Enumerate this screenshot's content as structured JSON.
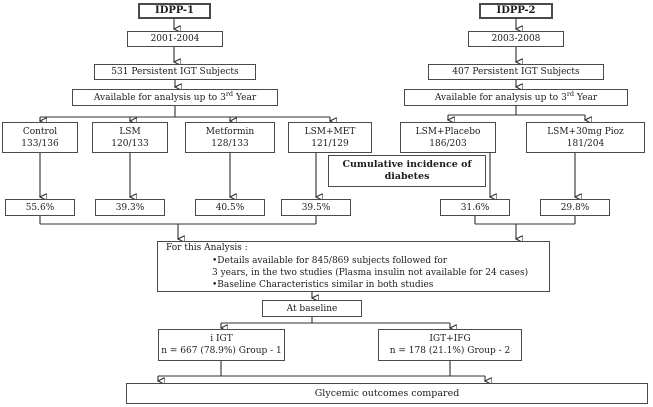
{
  "diagram": {
    "idpp1": {
      "title": "IDPP-1",
      "years": "2001-2004",
      "subjects": "531 Persistent IGT Subjects",
      "available_pre": "Available for analysis up to 3",
      "available_sup": "rd",
      "available_post": " Year"
    },
    "idpp2": {
      "title": "IDPP-2",
      "years": "2003-2008",
      "subjects": "407 Persistent IGT Subjects",
      "available_pre": "Available for analysis up to 3",
      "available_sup": "rd",
      "available_post": " Year"
    },
    "arms": [
      {
        "name": "Control",
        "ratio": "133/136",
        "pct": "55.6%"
      },
      {
        "name": "LSM",
        "ratio": "120/133",
        "pct": "39.3%"
      },
      {
        "name": "Metformin",
        "ratio": "128/133",
        "pct": "40.5%"
      },
      {
        "name": "LSM+MET",
        "ratio": "121/129",
        "pct": "39.5%"
      },
      {
        "name": "LSM+Placebo",
        "ratio": "186/203",
        "pct": "31.6%"
      },
      {
        "name": "LSM+30mg Pioz",
        "ratio": "181/204",
        "pct": "29.8%"
      }
    ],
    "cumulative": {
      "line1": "Cumulative incidence of",
      "line2": "diabetes"
    },
    "analysis": {
      "title": "For this Analysis :",
      "bullet1": "•Details available for 845/869 subjects followed for",
      "line2": "3 years, in the two studies (Plasma insulin not available for 24 cases)",
      "bullet2": "•Baseline Characteristics similar in both studies"
    },
    "at_baseline": "At baseline",
    "group1": {
      "line1": "i IGT",
      "line2": "n = 667 (78.9%) Group - 1"
    },
    "group2": {
      "line1": "IGT+IFG",
      "line2": "n = 178 (21.1%) Group - 2"
    },
    "outcome": "Glycemic outcomes compared"
  },
  "colors": {
    "line": "#303030",
    "border": "#4a4a4a",
    "text": "#1c1c1c",
    "background": "#ffffff"
  }
}
